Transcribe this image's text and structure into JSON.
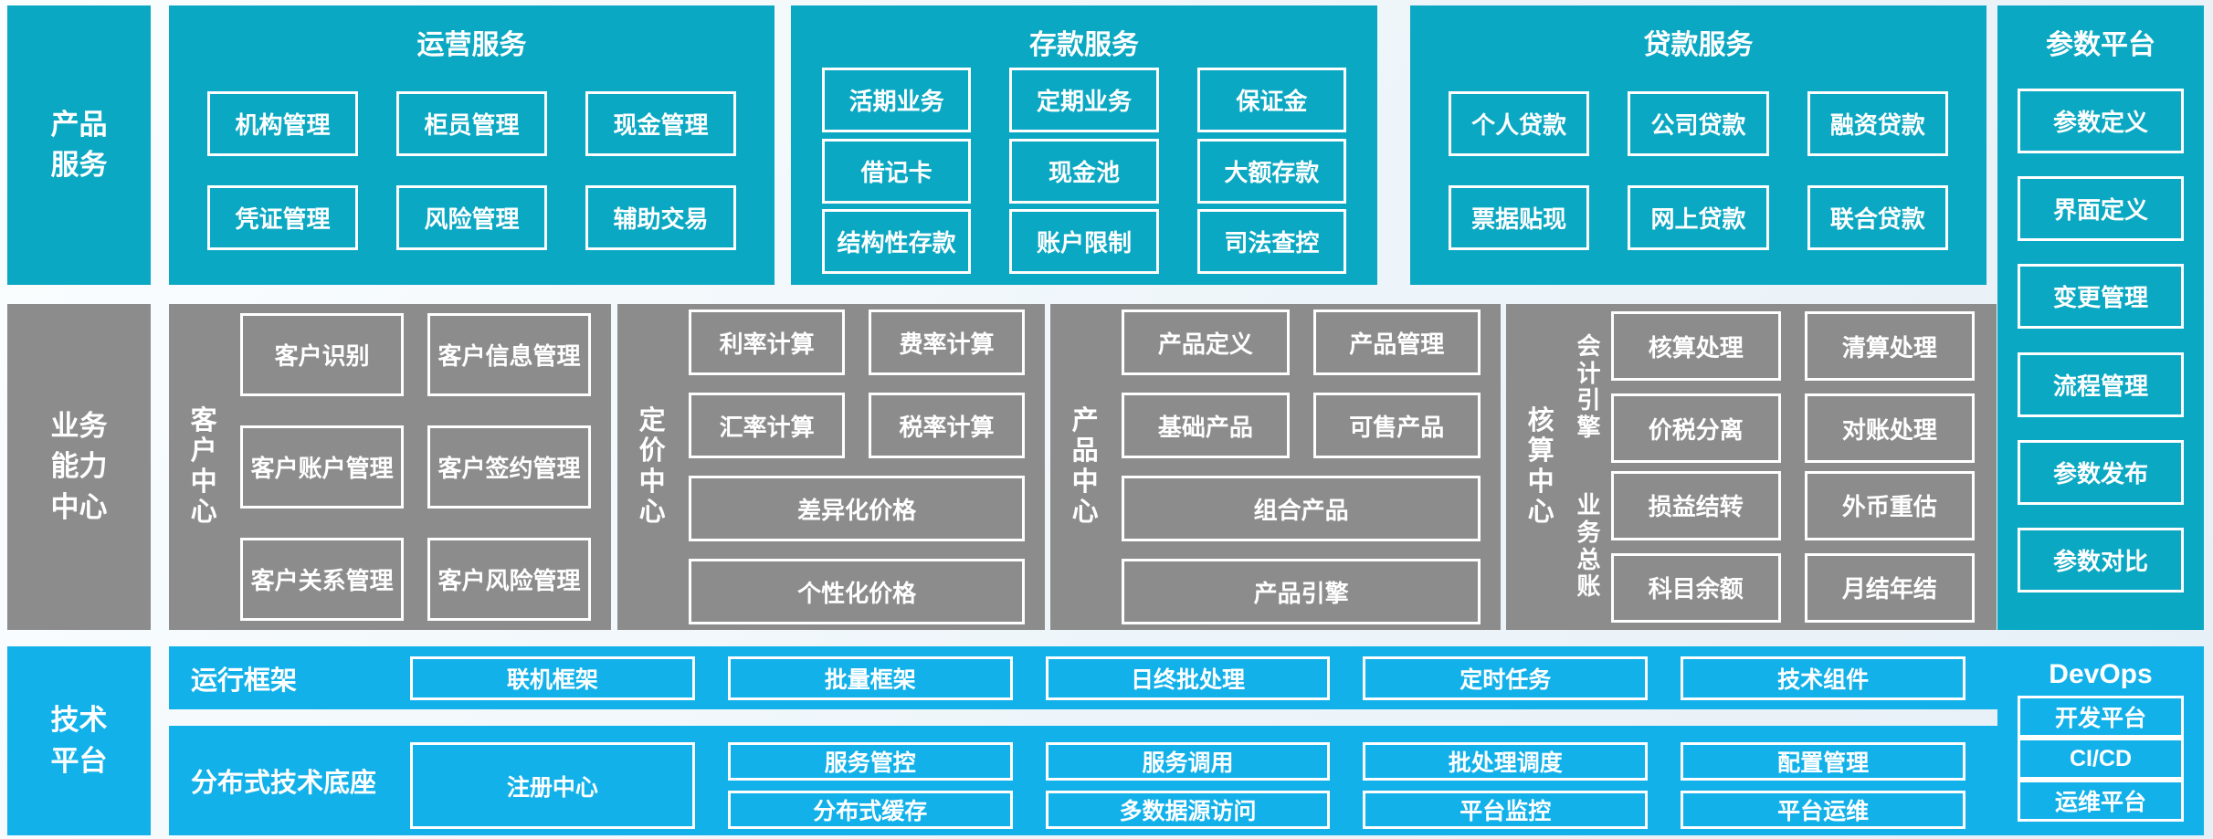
{
  "colors": {
    "teal": "#0aa8c2",
    "light_blue": "#12b1ea",
    "gray": "#8c8c8c",
    "background": "#eef5fa",
    "box_border": "#ffffff"
  },
  "rail": {
    "top": "产品服务",
    "middle": "业务能力中心",
    "bottom": "技术平台"
  },
  "operations": {
    "title": "运营服务",
    "items": [
      "机构管理",
      "柜员管理",
      "现金管理",
      "凭证管理",
      "风险管理",
      "辅助交易"
    ]
  },
  "deposits": {
    "title": "存款服务",
    "items": [
      "活期业务",
      "定期业务",
      "保证金",
      "借记卡",
      "现金池",
      "大额存款",
      "结构性存款",
      "账户限制",
      "司法查控"
    ]
  },
  "loans": {
    "title": "贷款服务",
    "items": [
      "个人贷款",
      "公司贷款",
      "融资贷款",
      "票据贴现",
      "网上贷款",
      "联合贷款"
    ]
  },
  "parameters": {
    "title": "参数平台",
    "items": [
      "参数定义",
      "界面定义",
      "变更管理",
      "流程管理",
      "参数发布",
      "参数对比"
    ]
  },
  "customer": {
    "label": "客户中心",
    "items": [
      "客户识别",
      "客户信息管理",
      "客户账户管理",
      "客户签约管理",
      "客户关系管理",
      "客户风险管理"
    ]
  },
  "pricing": {
    "label": "定价中心",
    "items": [
      "利率计算",
      "费率计算",
      "汇率计算",
      "税率计算",
      "差异化价格",
      "个性化价格"
    ]
  },
  "product": {
    "label": "产品中心",
    "items": [
      "产品定义",
      "产品管理",
      "基础产品",
      "可售产品",
      "组合产品",
      "产品引擎"
    ]
  },
  "accounting": {
    "label": "核算中心",
    "engine": {
      "label": "会计引擎",
      "items": [
        "核算处理",
        "清算处理",
        "价税分离",
        "对账处理"
      ]
    },
    "ledger": {
      "label": "业务总账",
      "items": [
        "损益结转",
        "外币重估",
        "科目余额",
        "月结年结"
      ]
    }
  },
  "runtime": {
    "label": "运行框架",
    "items": [
      "联机框架",
      "批量框架",
      "日终批处理",
      "定时任务",
      "技术组件"
    ]
  },
  "distributed": {
    "label": "分布式技术底座",
    "registry": "注册中心",
    "items": [
      "服务管控",
      "服务调用",
      "批处理调度",
      "配置管理",
      "分布式缓存",
      "多数据源访问",
      "平台监控",
      "平台运维"
    ]
  },
  "devops": {
    "title": "DevOps",
    "items": [
      "开发平台",
      "CI/CD",
      "运维平台"
    ]
  }
}
